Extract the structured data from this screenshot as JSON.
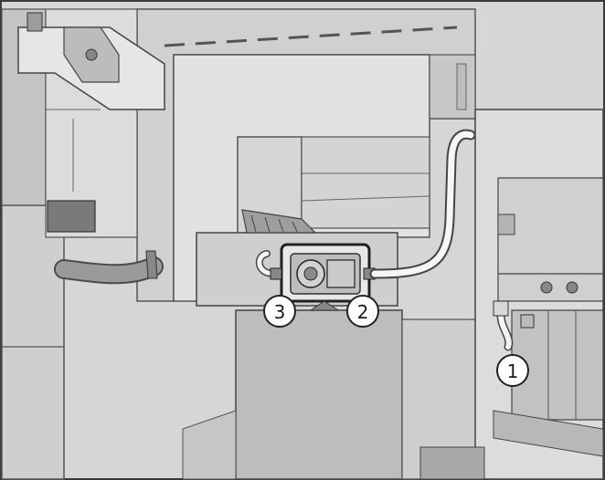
{
  "diagram": {
    "callouts": [
      {
        "id": "callout-1",
        "label": "1"
      },
      {
        "id": "callout-2",
        "label": "2"
      },
      {
        "id": "callout-3",
        "label": "3"
      }
    ],
    "colors": {
      "background": "#d9d9d9",
      "panel_light": "#e4e4e4",
      "panel_mid": "#c9c9c9",
      "panel_dark": "#a9a9a9",
      "outline": "#4a4a4a",
      "tube": "#f4f4f4",
      "hose": "#9a9a9a"
    }
  }
}
